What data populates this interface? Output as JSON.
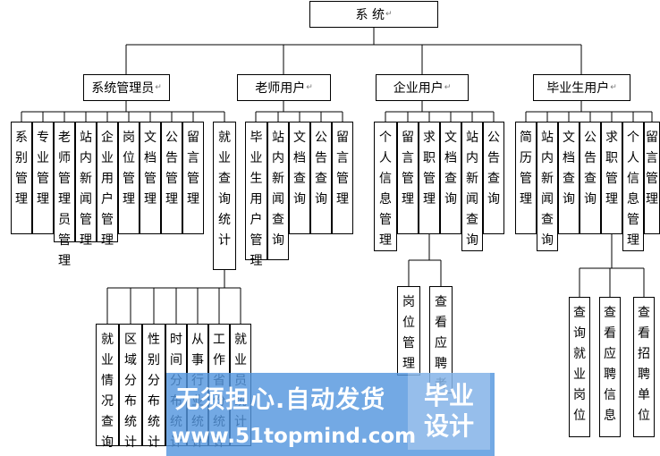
{
  "root": "系 统",
  "level1": [
    "系统管理员",
    "老师用户",
    "企业用户",
    "毕业生用户"
  ],
  "admin_items": [
    "系别管理",
    "专业管理",
    "老师管理员管理",
    "站内新闻管理",
    "企业用户管理",
    "岗位管理",
    "文档管理",
    "公告管理",
    "留言管理",
    "就业查询统计"
  ],
  "stats_items": [
    "就业情况查询",
    "区域分布统计",
    "性别分布统计",
    "时间分布统计",
    "从事行业统计",
    "工作省份统计",
    "就业员统计"
  ],
  "teacher_items": [
    "毕业生用户管理",
    "站内新闻查询",
    "文档查询",
    "公告查询",
    "留言管理"
  ],
  "enterprise_items": [
    "个人信息管理",
    "留言管理",
    "求职管理",
    "文档查询",
    "站内新闻查询",
    "公告查询"
  ],
  "job_items": [
    "岗位管理",
    "查看应聘者"
  ],
  "graduate_items": [
    "简历管理",
    "站内新闻查询",
    "文档查询",
    "公告查询",
    "求职管理",
    "个人信息管理",
    "留言管理"
  ],
  "apply_items": [
    "查询就业岗位",
    "查看应聘信息",
    "查看招聘单位"
  ],
  "watermark": {
    "line1": "无须担心.自动发货",
    "line2": "www.51topmind.com",
    "logo_top": "毕业",
    "logo_bottom": "设计"
  }
}
